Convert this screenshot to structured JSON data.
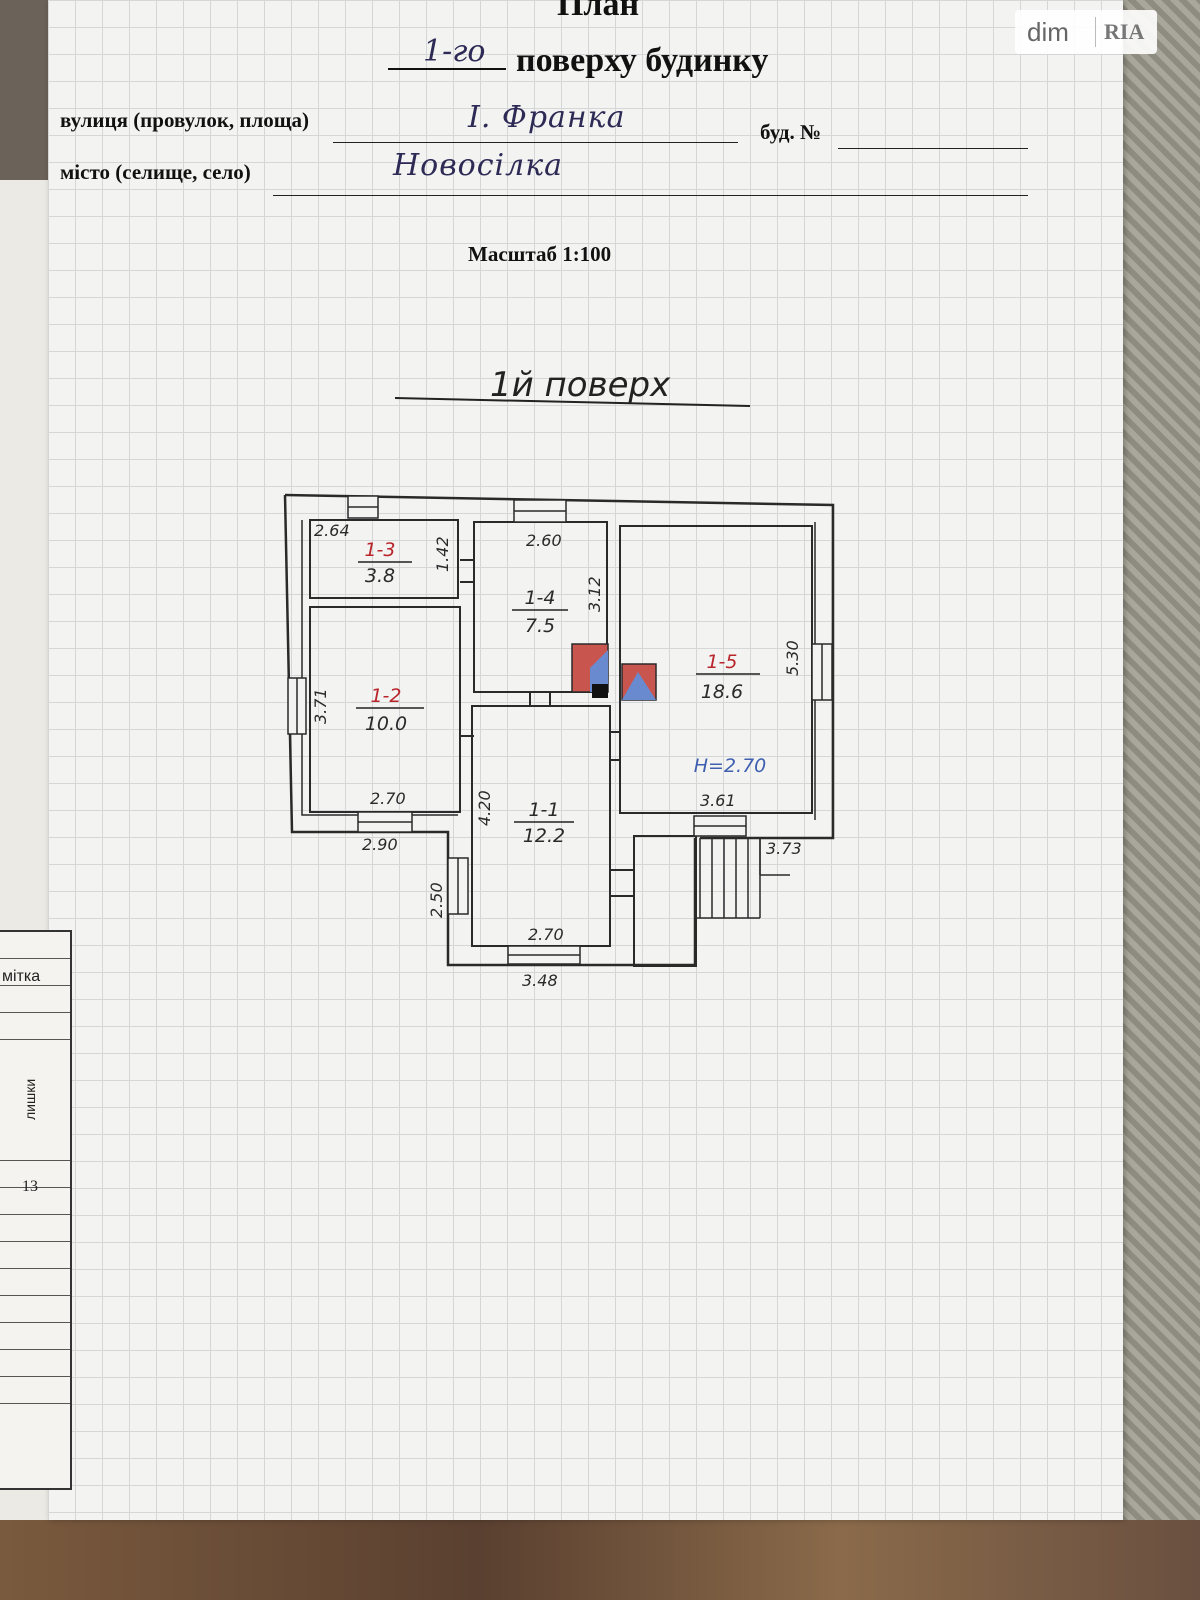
{
  "header": {
    "title": "План",
    "floor_number": "1-го",
    "subtitle": "поверху будинку",
    "street_label": "вулиця (провулок, площа)",
    "street_value": "І. Франка",
    "building_label": "буд. №",
    "city_label": "місто (селище, село)",
    "city_value": "Новосілка",
    "scale": "Масштаб 1:100"
  },
  "plan": {
    "floor_title": "1й поверх",
    "rooms": [
      {
        "id": "1-1",
        "area": "12.2"
      },
      {
        "id": "1-2",
        "area": "10.0"
      },
      {
        "id": "1-3",
        "area": "3.8"
      },
      {
        "id": "1-4",
        "area": "7.5"
      },
      {
        "id": "1-5",
        "area": "18.6"
      }
    ],
    "dimensions": {
      "d264": "2.64",
      "d142": "1.42",
      "d260": "2.60",
      "d312": "3.12",
      "d530": "5.30",
      "d371": "3.71",
      "d270a": "2.70",
      "d290": "2.90",
      "d420": "4.20",
      "d361": "3.61",
      "d373": "3.73",
      "d250": "2.50",
      "d270b": "2.70",
      "d348": "3.48"
    },
    "height_note": "H=2.70",
    "colors": {
      "ink": "#2a2a2a",
      "red": "#b8252b",
      "blue": "#3f5fb0",
      "brick_red": "#c9564e",
      "brick_blue": "#6a8ad0"
    }
  },
  "side_panel": {
    "label_top": "мітка",
    "label_vertical": "лишки",
    "number": "13"
  },
  "watermark": {
    "left": "dim",
    "right": "RIA"
  }
}
